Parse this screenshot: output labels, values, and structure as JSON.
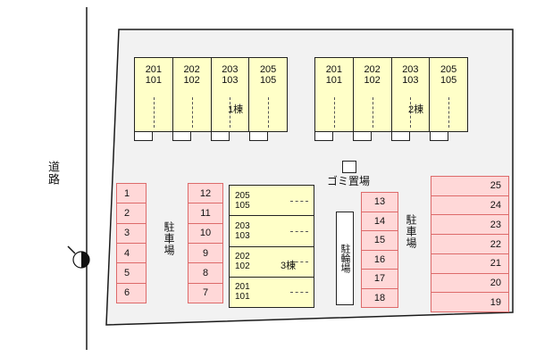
{
  "labels": {
    "road": "道路",
    "trash": "ゴミ置場",
    "bicycle": "駐輪場",
    "parking_left": "駐車場",
    "parking_right": "駐車場",
    "building1": "1棟",
    "building2": "2棟",
    "building3": "3棟"
  },
  "building1_units": [
    {
      "upper": "201",
      "lower": "101"
    },
    {
      "upper": "202",
      "lower": "102"
    },
    {
      "upper": "203",
      "lower": "103"
    },
    {
      "upper": "205",
      "lower": "105"
    }
  ],
  "building2_units": [
    {
      "upper": "201",
      "lower": "101"
    },
    {
      "upper": "202",
      "lower": "102"
    },
    {
      "upper": "203",
      "lower": "103"
    },
    {
      "upper": "205",
      "lower": "105"
    }
  ],
  "building3_units": [
    {
      "upper": "205",
      "lower": "105"
    },
    {
      "upper": "203",
      "lower": "103"
    },
    {
      "upper": "202",
      "lower": "102"
    },
    {
      "upper": "201",
      "lower": "101"
    }
  ],
  "parking": {
    "left": [
      "1",
      "2",
      "3",
      "4",
      "5",
      "6"
    ],
    "middle": [
      "12",
      "11",
      "10",
      "9",
      "8",
      "7"
    ],
    "right_inner": [
      "13",
      "14",
      "15",
      "16",
      "17",
      "18"
    ],
    "right_outer": [
      "25",
      "24",
      "23",
      "22",
      "21",
      "20",
      "19"
    ]
  },
  "icons": {
    "north_arrow": "compass-north-arrow"
  },
  "colors": {
    "unit_fill": "#ffffc8",
    "parking_fill": "#ffd8d8",
    "parking_border": "#dd6a6a",
    "site_fill": "#f2f2f2",
    "outline": "#222222"
  }
}
